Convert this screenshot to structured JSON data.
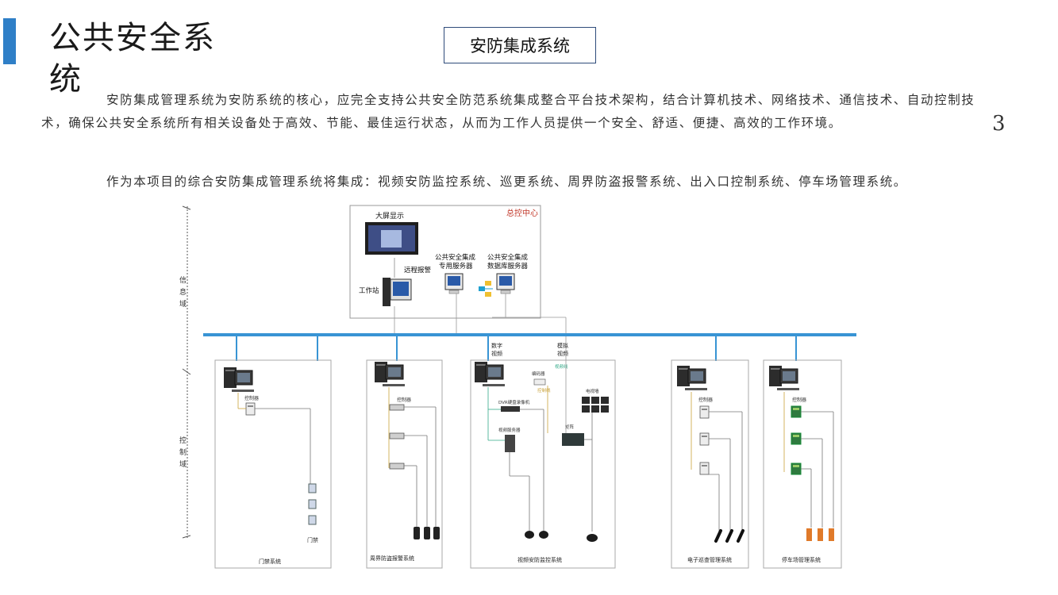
{
  "slide": {
    "title": "公共安全系统",
    "badge": "安防集成系统",
    "page_number": "3",
    "paragraph1": "安防集成管理系统为安防系统的核心，应完全支持公共安全防范系统集成整合平台技术架构，结合计算机技术、网络技术、通信技术、自动控制技术，确保公共安全系统所有相关设备处于高效、节能、最佳运行状态，从而为工作人员提供一个安全、舒适、便捷、高效的工作环境。",
    "paragraph2": "作为本项目的综合安防集成管理系统将集成：视频安防监控系统、巡更系统、周界防盗报警系统、出入口控制系统、停车场管理系统。",
    "accent_color": "#2f7fc7"
  },
  "diagram": {
    "layer_info": "信息域",
    "layer_control": "控制域",
    "center": {
      "title": "总控中心",
      "big_screen": "大屏显示",
      "remote_alarm": "远程报警",
      "workstation": "工作站",
      "app_server": "公共安全集成专用服务器",
      "db_server": "公共安全集成数据库服务器"
    },
    "video_labels": {
      "digital": "数字视频",
      "analog": "模拟视频",
      "dvr": "DVR硬盘录像机",
      "video_server": "视频服务器",
      "matrix": "矩阵",
      "wall": "电视墙",
      "encoder": "编码器",
      "control_line": "控制线",
      "video_line": "视频线"
    },
    "controller_label": "控制器",
    "subsystems": [
      {
        "name": "门禁系统",
        "device": "门禁"
      },
      {
        "name": "周界防盗报警系统"
      },
      {
        "name": "视频安防监控系统"
      },
      {
        "name": "电子巡查管理系统"
      },
      {
        "name": "停车场管理系统"
      }
    ]
  }
}
